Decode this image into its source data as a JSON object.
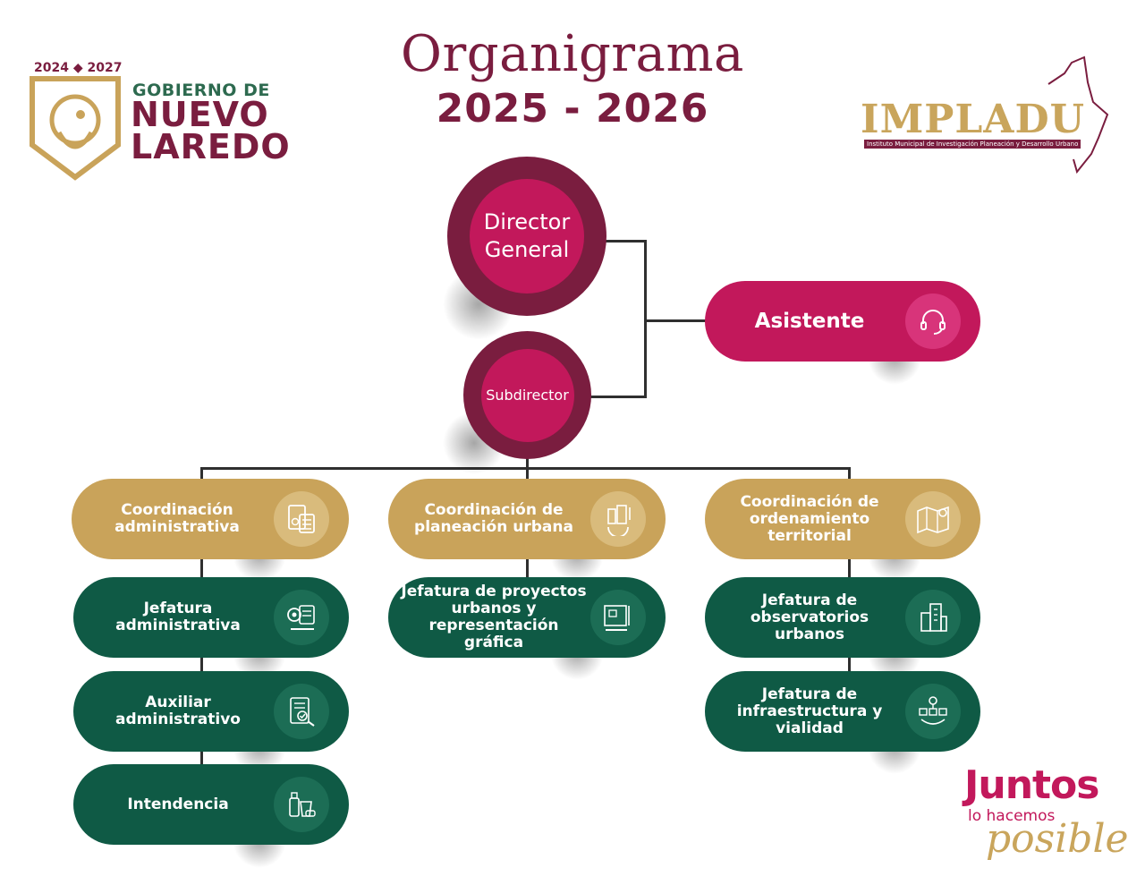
{
  "title": {
    "line1": "Organigrama",
    "line2": "2025 - 2026"
  },
  "logos": {
    "government": {
      "years": "2024 ◆ 2027",
      "line1": "GOBIERNO DE",
      "line2": "NUEVO",
      "line3": "LAREDO"
    },
    "impladu": {
      "name": "IMPLADU",
      "subtitle": "Instituto Municipal de Investigación Planeación y Desarrollo Urbano"
    },
    "slogan": {
      "line1": "Juntos",
      "line2": "lo hacemos",
      "line3": "posible"
    }
  },
  "colors": {
    "maroon": "#7a1d3f",
    "magenta": "#c2185b",
    "gold": "#c9a35a",
    "green": "#0f5a45"
  },
  "nodes": {
    "director": {
      "label": "Director General"
    },
    "subdirector": {
      "label": "Subdirector"
    },
    "asistente": {
      "label": "Asistente",
      "icon": "headset-icon"
    },
    "coord_admin": {
      "label": "Coordinación administrativa",
      "icon": "calculator-icon"
    },
    "coord_planeacion": {
      "label": "Coordinación de planeación urbana",
      "icon": "city-gear-icon"
    },
    "coord_ordenamiento": {
      "label": "Coordinación de ordenamiento territorial",
      "icon": "map-pin-icon"
    },
    "jef_admin": {
      "label": "Jefatura administrativa",
      "icon": "gear-document-icon"
    },
    "aux_admin": {
      "label": "Auxiliar administrativo",
      "icon": "checklist-icon"
    },
    "intendencia": {
      "label": "Intendencia",
      "icon": "cleaning-supplies-icon"
    },
    "jef_proyectos": {
      "label": "Jefatura de proyectos urbanos y representación gráfica",
      "icon": "blueprint-icon"
    },
    "jef_observatorios": {
      "label": "Jefatura de observatorios urbanos",
      "icon": "buildings-icon"
    },
    "jef_infraestructura": {
      "label": "Jefatura de infraestructura y vialidad",
      "icon": "network-icon"
    }
  }
}
